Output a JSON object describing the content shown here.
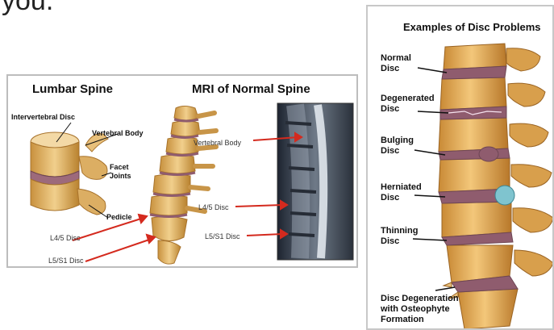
{
  "page": {
    "top_text": "you."
  },
  "left_figure": {
    "title_lumbar": "Lumbar Spine",
    "title_mri": "MRI of Normal Spine",
    "labels": {
      "intervertebral_disc": "Intervertebral Disc",
      "vertebral_body": "Vertebral Body",
      "facet_joints": "Facet\nJoints",
      "pedicle": "Pedicle",
      "l45_disc_left": "L4/5 Disc",
      "l5s1_disc_left": "L5/S1 Disc",
      "mri_vertebral_body": "Vertebral Body",
      "mri_l45_disc": "L4/5 Disc",
      "mri_l5s1_disc": "L5/S1 Disc"
    },
    "arrow_color": "#d42a1e"
  },
  "right_figure": {
    "title": "Examples of Disc Problems",
    "labels": [
      "Normal\nDisc",
      "Degenerated\nDisc",
      "Bulging\nDisc",
      "Herniated\nDisc",
      "Thinning\nDisc",
      "Disc Degeneration\nwith Osteophyte\nFormation"
    ]
  },
  "colors": {
    "bone": "#e2b56a",
    "disc": "#8f5c6e",
    "herniation": "#7fc4cf",
    "panel_border": "#bdbdbd"
  }
}
